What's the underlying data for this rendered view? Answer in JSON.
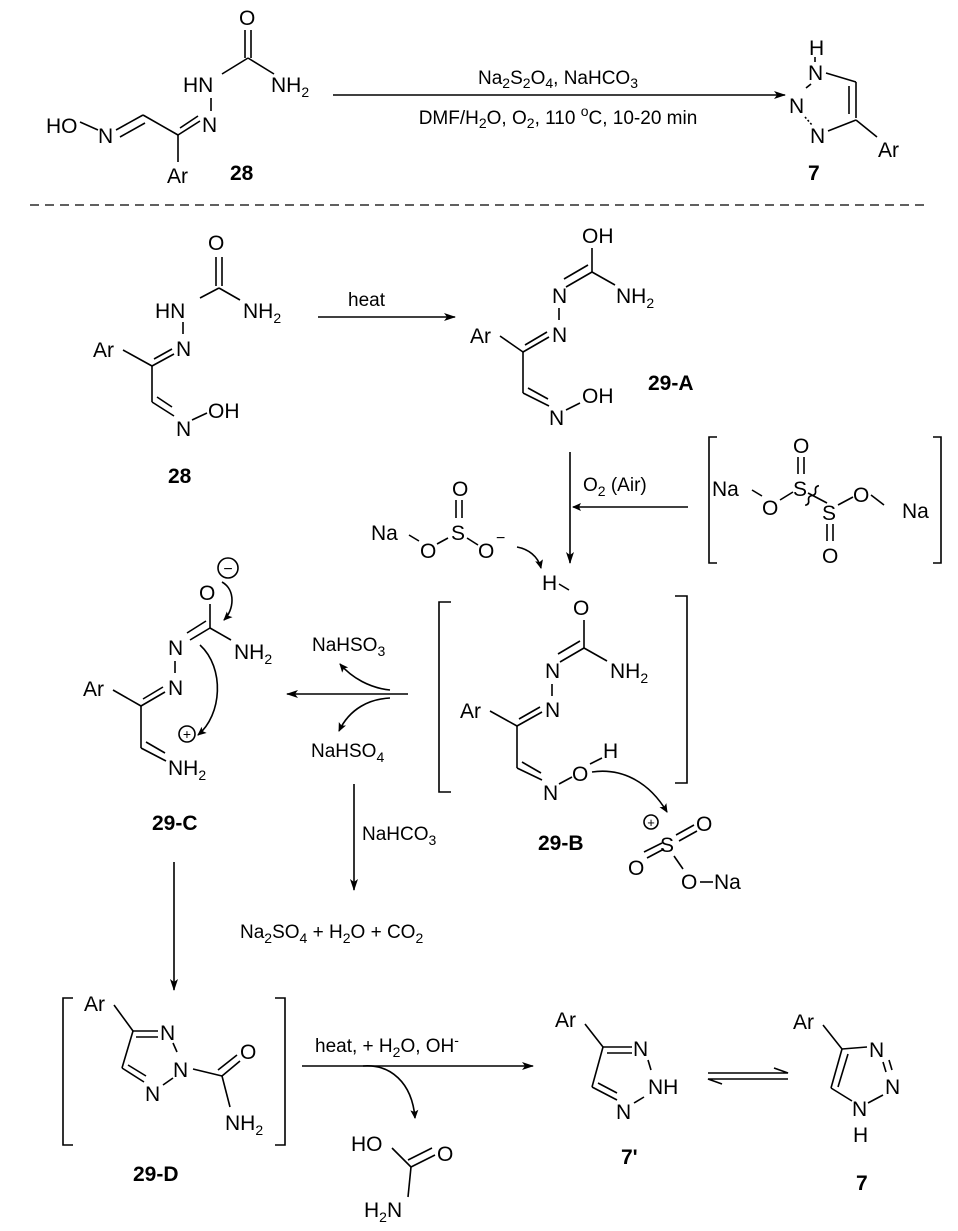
{
  "top_reaction": {
    "reactant_label": "28",
    "product_label": "7",
    "conditions_top": [
      "Na",
      "2",
      "S",
      "2",
      "O",
      "4",
      ", NaHCO",
      "3"
    ],
    "conditions_bottom": [
      "DMF/H",
      "2",
      "O, O",
      "2",
      ", 110 ",
      "o",
      "C, 10-20 min"
    ],
    "atoms": {
      "ho": "HO",
      "n": "N",
      "hn": "HN",
      "o": "O",
      "nh": "NH",
      "two": "2",
      "ar": "Ar",
      "h": "H"
    }
  },
  "mechanism": {
    "step1_label": "heat",
    "intermediate_a": "29-A",
    "intermediate_b": "29-B",
    "intermediate_c": "29-C",
    "intermediate_d": "29-D",
    "o2_label": [
      "O",
      "2",
      " (Air)"
    ],
    "dithionite_atoms": {
      "na": "Na",
      "o": "O",
      "s": "S"
    },
    "nahso3": [
      "NaHSO",
      "3"
    ],
    "nahso4": [
      "NaHSO",
      "4"
    ],
    "nahco3": [
      "NaHCO",
      "3"
    ],
    "byproducts": [
      "Na",
      "2",
      "SO",
      "4",
      " + H",
      "2",
      "O + CO",
      "2"
    ],
    "final_conditions": [
      "heat, + H",
      "2",
      "O, OH",
      "-"
    ],
    "carbamic_acid": {
      "ho": "HO",
      "o": "O",
      "h2n": [
        "H",
        "2",
        "N"
      ]
    },
    "tautomer_label": "7'",
    "product_label": "7",
    "charges": {
      "minus": "−",
      "plus": "+"
    },
    "atoms": {
      "o": "O",
      "oh": "OH",
      "n": "N",
      "nh": "NH",
      "nh2_base": "NH",
      "two": "2",
      "ar": "Ar",
      "h": "H",
      "na": "Na",
      "s": "S"
    }
  }
}
